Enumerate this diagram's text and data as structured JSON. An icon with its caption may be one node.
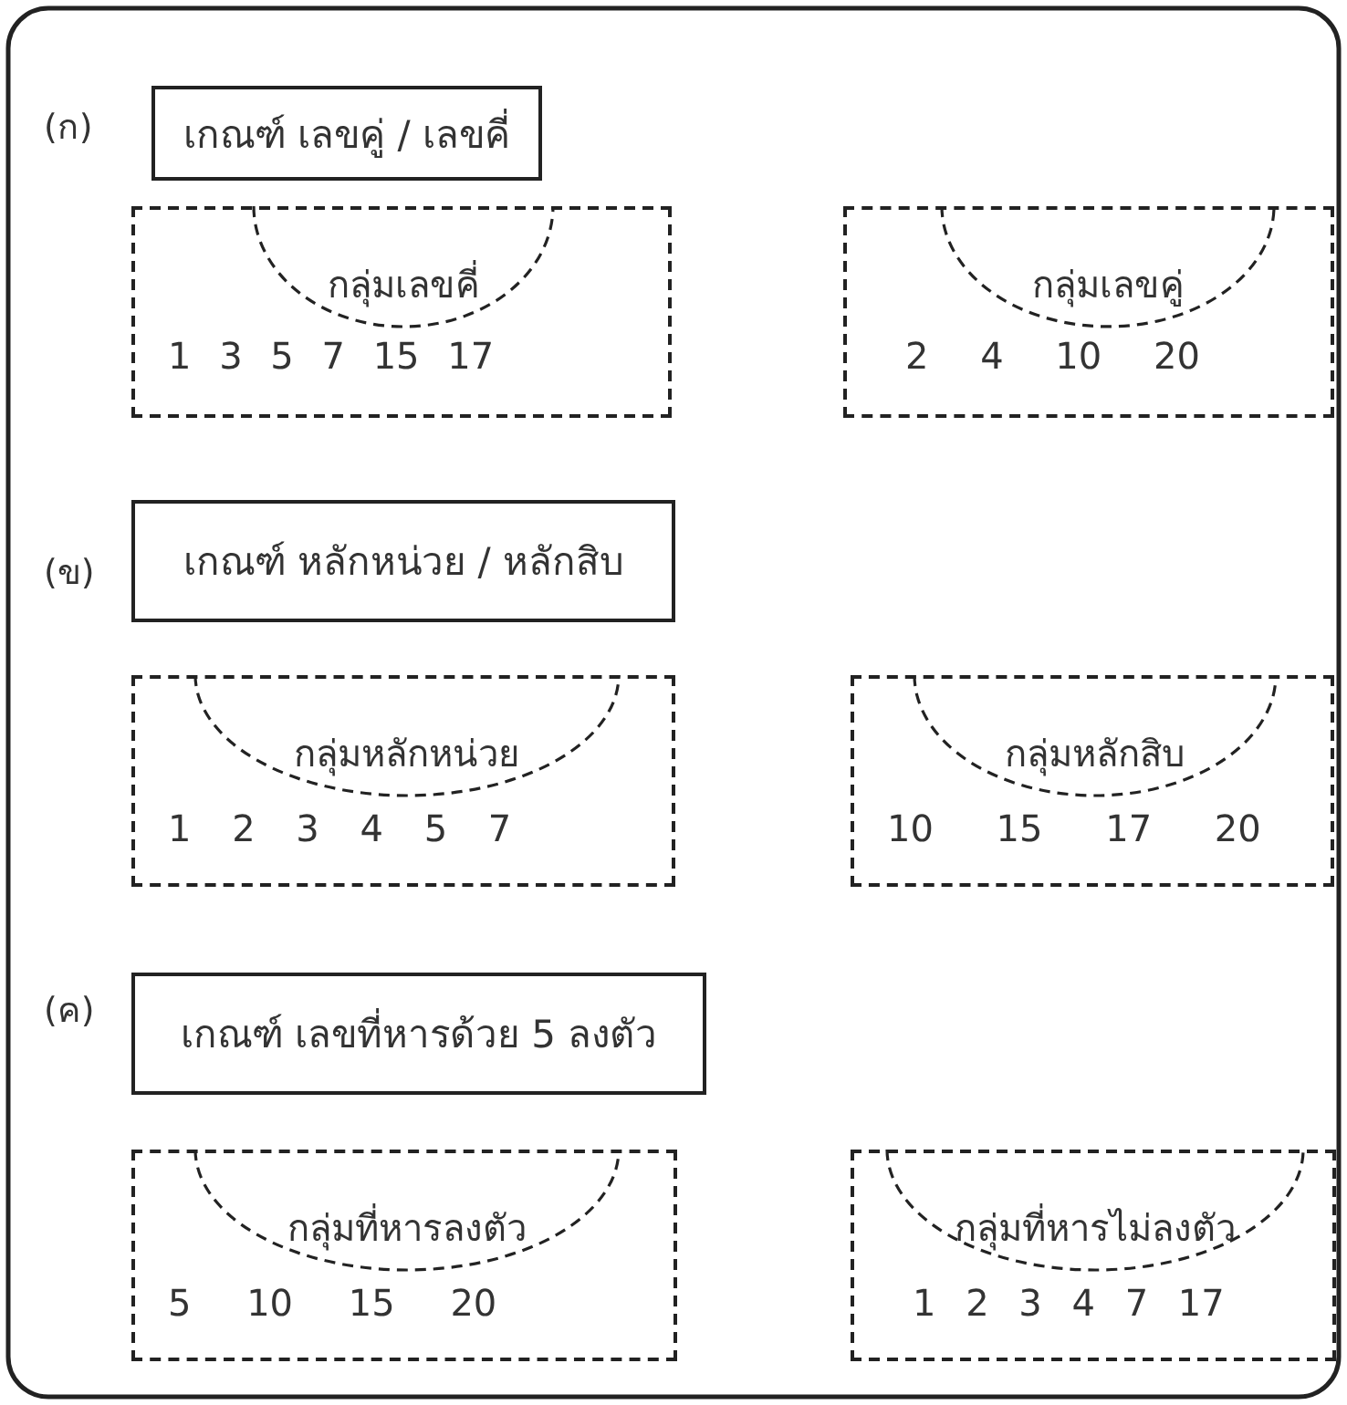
{
  "diagram": {
    "nodes": [
      {
        "text": [
          "เกณฑ์ เลขคู่ / เลขคี่"
        ],
        "beside": [
          "(ก)"
        ]
      },
      {
        "text": [
          "1 3 5 7 15 17"
        ]
      },
      {
        "text": [
          "กลุ่มเลขคี่"
        ],
        "in": 1
      },
      {
        "text": [
          "2 4 10 20"
        ]
      },
      {
        "text": [
          "กลุ่มเลขคู่"
        ],
        "in": 3
      },
      {
        "text": [
          "เกณฑ์ หลักหน่วย / หลักสิบ"
        ],
        "beside": [
          "(ข)"
        ]
      },
      {
        "text": [
          "1 2 3 4 5 7"
        ]
      },
      {
        "text": [
          "กลุ่มหลักหน่วย"
        ],
        "in": 6
      },
      {
        "text": [
          "10 15 17 20"
        ]
      },
      {
        "text": [
          "กลุ่มหลักสิบ"
        ],
        "in": 8
      },
      {
        "text": [
          "เกณฑ์ เลขที่หารด้วย 5 ลงตัว"
        ],
        "beside": [
          "(ค)"
        ]
      },
      {
        "text": [
          "5 10 15 20"
        ]
      },
      {
        "text": [
          "กลุ่มที่หารลงตัว"
        ],
        "in": 11
      },
      {
        "text": [
          "1 2 3 4 7 17"
        ]
      },
      {
        "text": [
          "กลุ่มที่หารไม่ลงตัว"
        ],
        "in": 13
      }
    ]
  }
}
